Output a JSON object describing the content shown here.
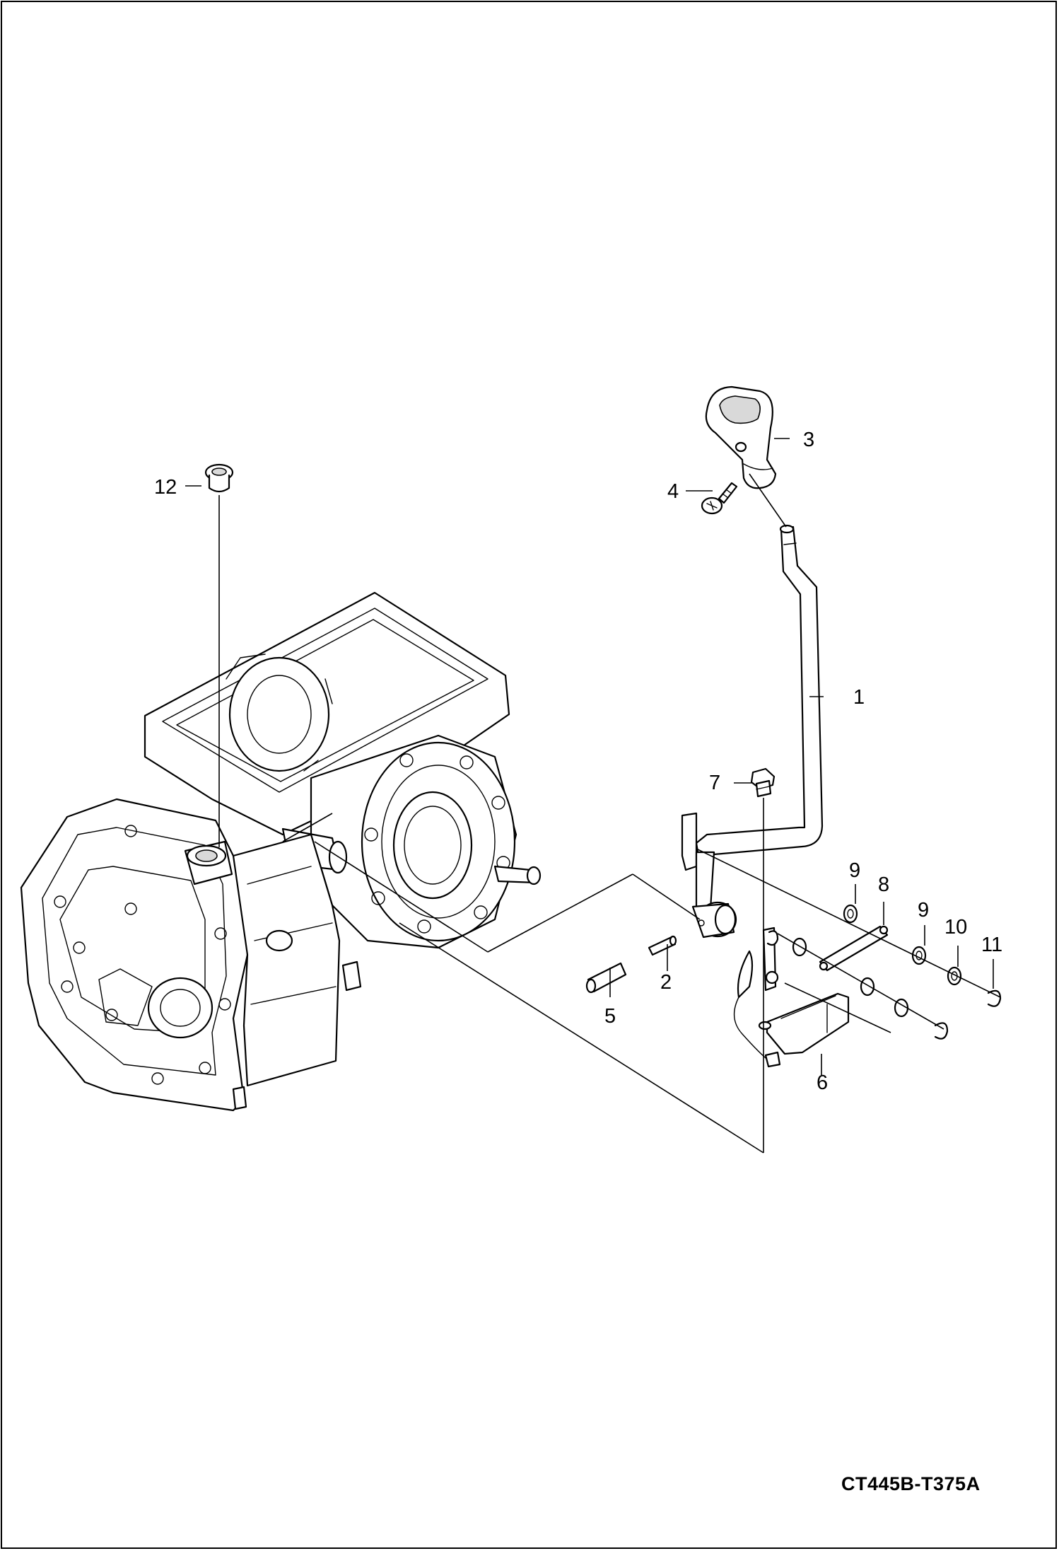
{
  "drawing_code": "CT445B-T375A",
  "callouts": [
    {
      "id": "c1",
      "label": "1"
    },
    {
      "id": "c2",
      "label": "2"
    },
    {
      "id": "c3",
      "label": "3"
    },
    {
      "id": "c4",
      "label": "4"
    },
    {
      "id": "c5",
      "label": "5"
    },
    {
      "id": "c6",
      "label": "6"
    },
    {
      "id": "c7",
      "label": "7"
    },
    {
      "id": "c8",
      "label": "8"
    },
    {
      "id": "c9a",
      "label": "9"
    },
    {
      "id": "c9b",
      "label": "9"
    },
    {
      "id": "c10",
      "label": "10"
    },
    {
      "id": "c11",
      "label": "11"
    },
    {
      "id": "c12",
      "label": "12"
    }
  ]
}
